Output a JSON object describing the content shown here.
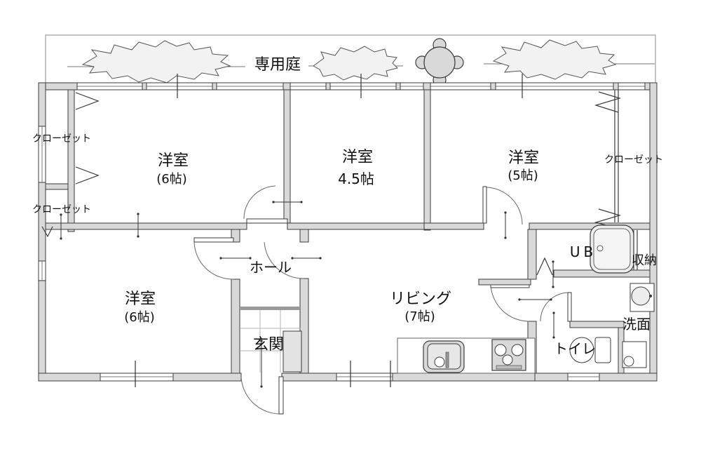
{
  "floor_plan": {
    "garden": {
      "label": "専用庭"
    },
    "rooms": [
      {
        "key": "bedroom-nw",
        "name": "洋室",
        "size": "(6帖)"
      },
      {
        "key": "bedroom-center",
        "name": "洋室",
        "size": "4.5帖"
      },
      {
        "key": "bedroom-ne",
        "name": "洋室",
        "size": "(5帖)"
      },
      {
        "key": "bedroom-sw",
        "name": "洋室",
        "size": "(6帖)"
      },
      {
        "key": "living",
        "name": "リビング",
        "size": "(7帖)"
      }
    ],
    "areas": {
      "hall": "ホール",
      "entrance": "玄関",
      "toilet": "トイレ",
      "washroom": "洗面",
      "unit_bath": "UB",
      "storage": "収納"
    },
    "closets": {
      "north_west": "クローゼット",
      "west": "クローゼット",
      "east": "クローゼット"
    },
    "fixtures": [
      "garden-table",
      "bathtub",
      "washbasin",
      "toilet-bowl",
      "kitchen-sink",
      "gas-stove",
      "washing-machine-pan"
    ],
    "colors": {
      "wall_fill": "#d9d9d9",
      "outline": "#3b3b3b",
      "step": "#9a9a9a",
      "fixture_fill": "#ededed"
    }
  }
}
